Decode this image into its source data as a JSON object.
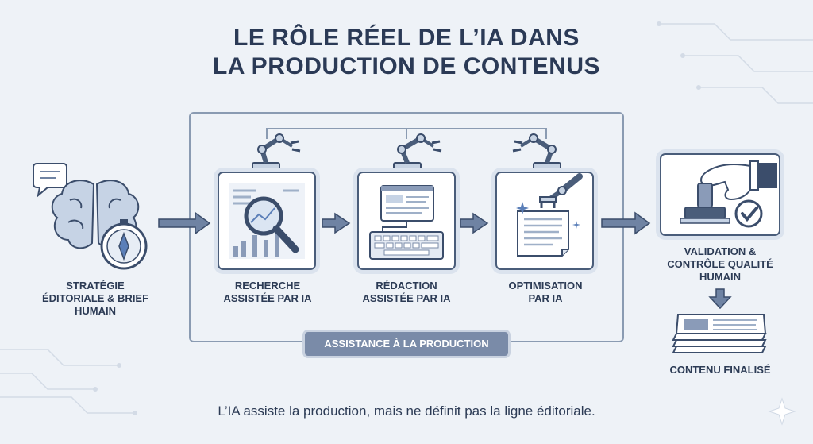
{
  "title": {
    "line1": "LE RÔLE RÉEL DE L’IA DANS",
    "line2": "LA PRODUCTION DE CONTENUS"
  },
  "steps": [
    {
      "id": "strategy",
      "lines": [
        "STRATÉGIE",
        "ÉDITORIALE & BRIEF",
        "HUMAIN"
      ]
    },
    {
      "id": "research",
      "lines": [
        "RECHERCHE",
        "ASSISTÉE PAR IA"
      ]
    },
    {
      "id": "writing",
      "lines": [
        "RÉDACTION",
        "ASSISTÉE PAR IA"
      ]
    },
    {
      "id": "optimization",
      "lines": [
        "OPTIMISATION",
        "PAR IA"
      ]
    },
    {
      "id": "validation",
      "lines": [
        "VALIDATION &",
        "CONTRÔLE QUALITÉ",
        "HUMAIN"
      ]
    },
    {
      "id": "final",
      "lines": [
        "CONTENU FINALISÉ"
      ]
    }
  ],
  "assistance_badge": "ASSISTANCE À LA PRODUCTION",
  "caption": "L’IA assiste la production, mais ne définit pas la ligne éditoriale.",
  "colors": {
    "background": "#eef2f7",
    "ink": "#2c3b55",
    "accent_blue": "#5b7fb8",
    "badge": "#7a8ba8"
  }
}
